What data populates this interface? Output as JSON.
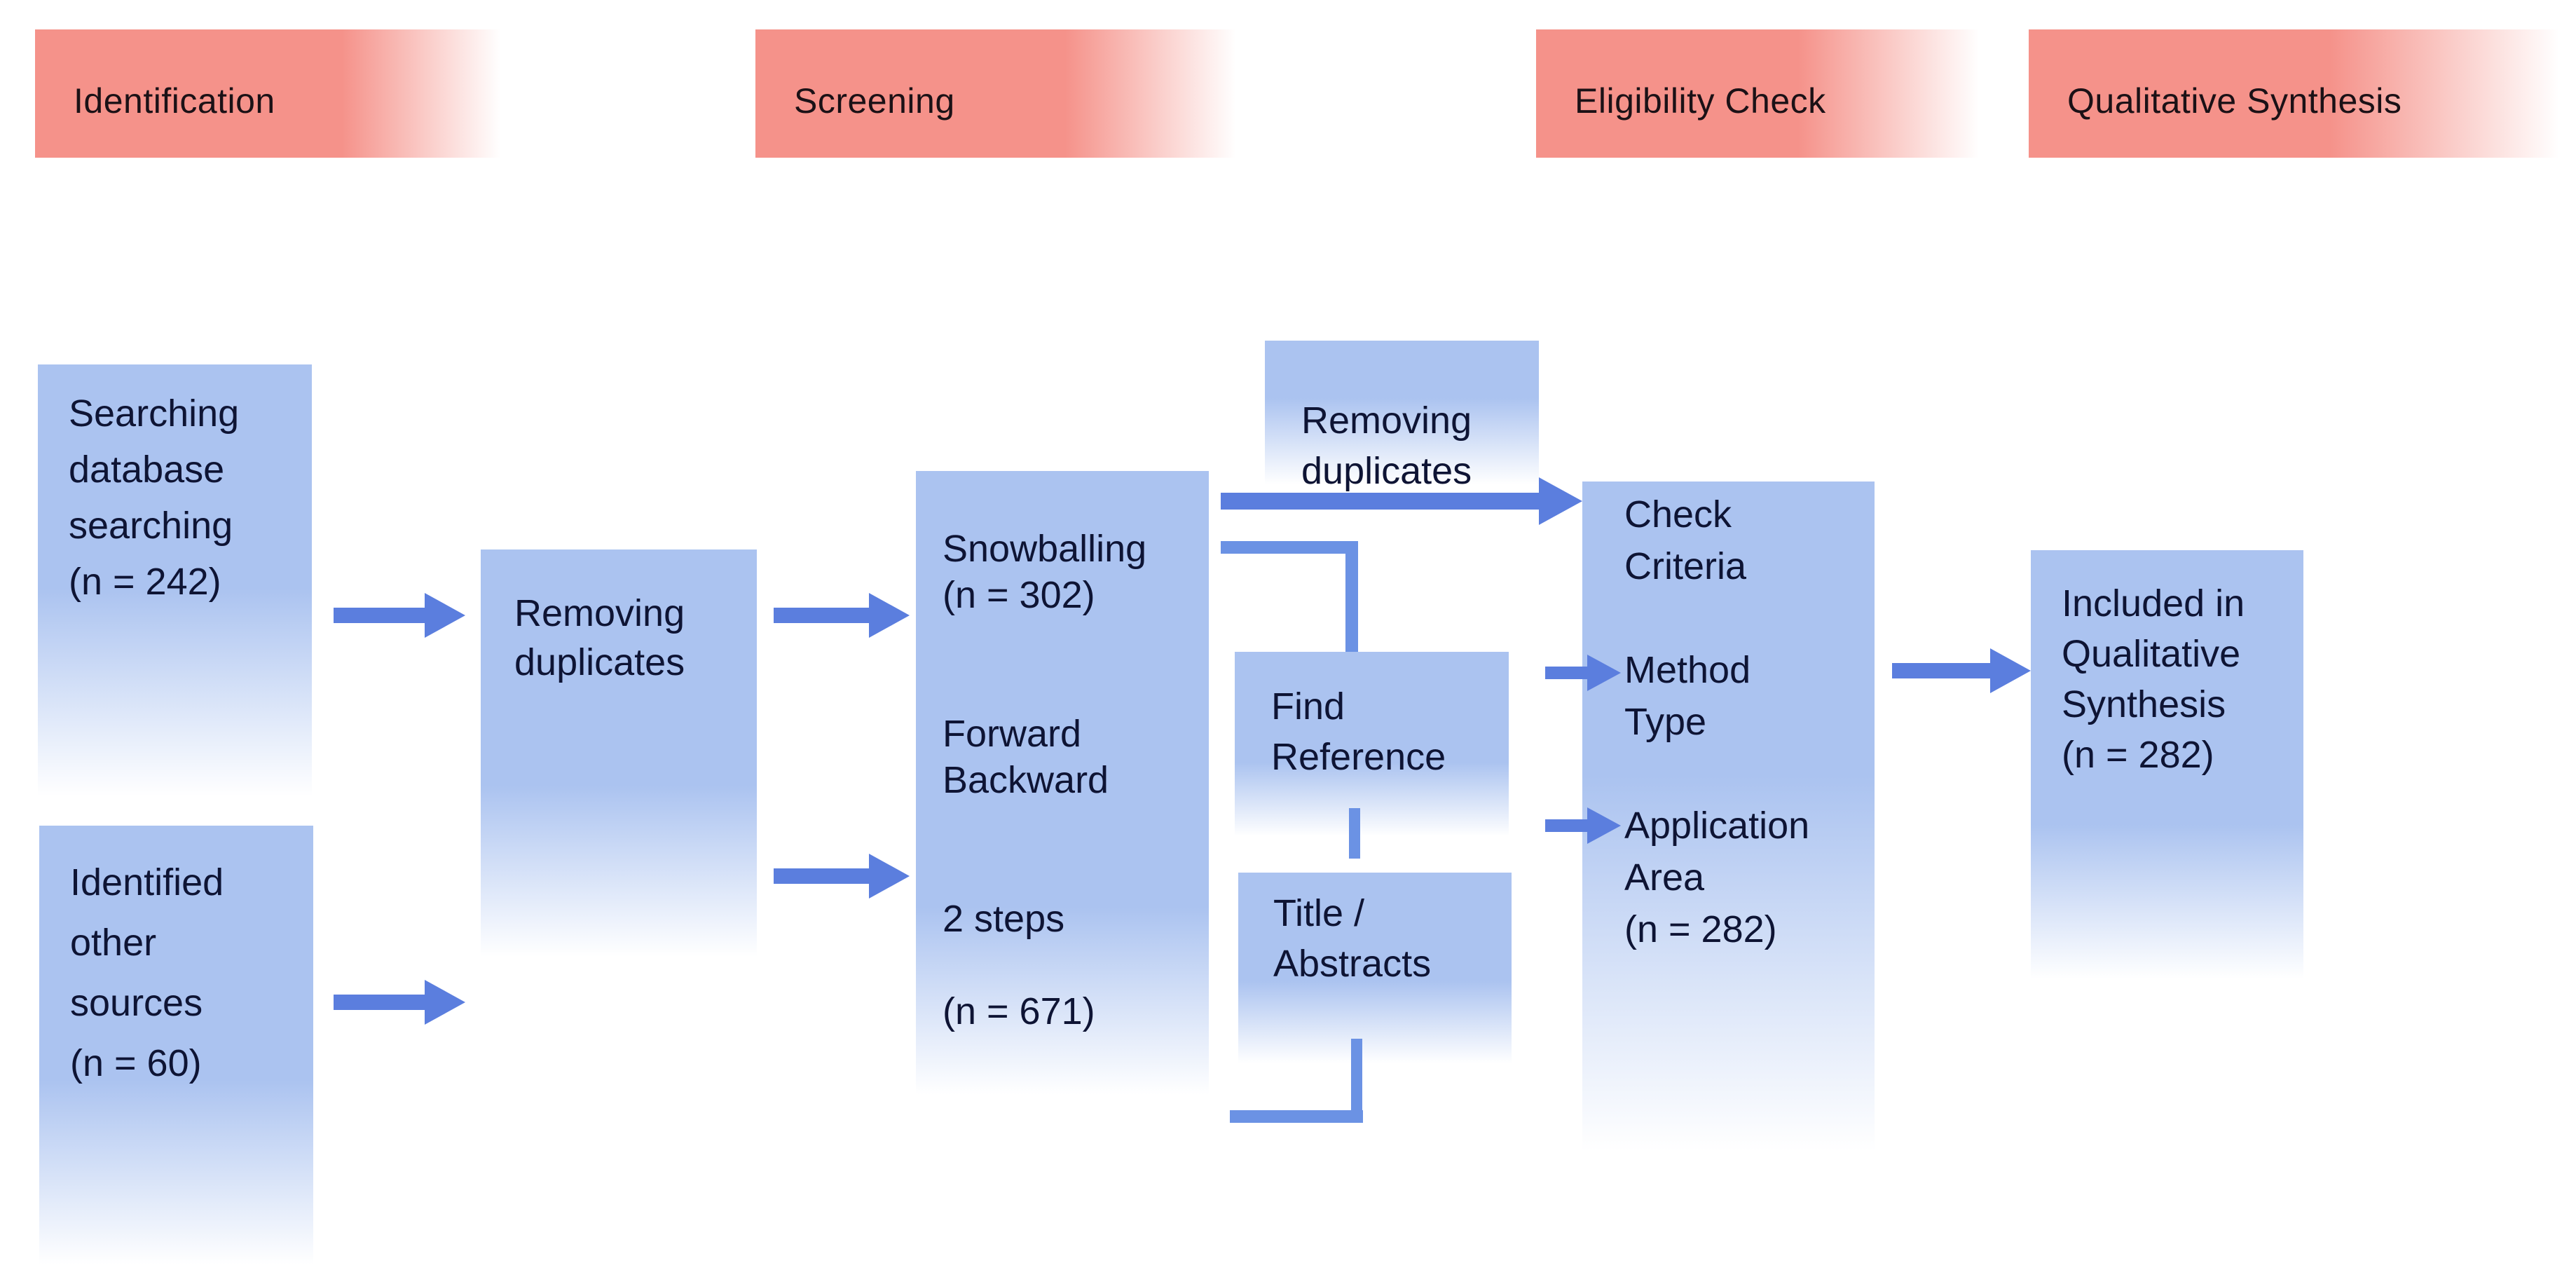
{
  "phases": [
    {
      "label": "Identification"
    },
    {
      "label": "Screening"
    },
    {
      "label": "Eligibility Check"
    },
    {
      "label": "Qualitative Synthesis"
    }
  ],
  "boxes": {
    "database_search": {
      "text": "Searching\ndatabase\nsearching\n(n = 242)",
      "n": 242
    },
    "other_sources": {
      "text": "Identified\nother\nsources\n(n = 60)",
      "n": 60
    },
    "removing_duplicates_screening": {
      "text": "Removing\nduplicates"
    },
    "snowballing": {
      "text": "Snowballing\n(n = 302)\n\n\nForward\nBackward\n\n\n2 steps\n\n(n = 671)",
      "n_snowballing": 302,
      "n_two_steps": 671
    },
    "removing_duplicates_eligibility": {
      "text": "Removing\nduplicates"
    },
    "find_reference": {
      "text": "Find\nReference"
    },
    "title_abstracts": {
      "text": "Title /\nAbstracts"
    },
    "check_criteria": {
      "text": "Check\nCriteria\n\nMethod\nType\n\nApplication\nArea\n(n = 282)",
      "n": 282
    },
    "included": {
      "text": "Included in\nQualitative\nSynthesis\n(n = 282)",
      "n": 282
    }
  },
  "colors": {
    "phase_red": "#f5928a",
    "box_blue": "#abc3f0",
    "arrow_blue": "#5b7ede",
    "line_blue": "#6b92e4",
    "text_navy": "#0e1434",
    "header_text": "#1b1116"
  }
}
